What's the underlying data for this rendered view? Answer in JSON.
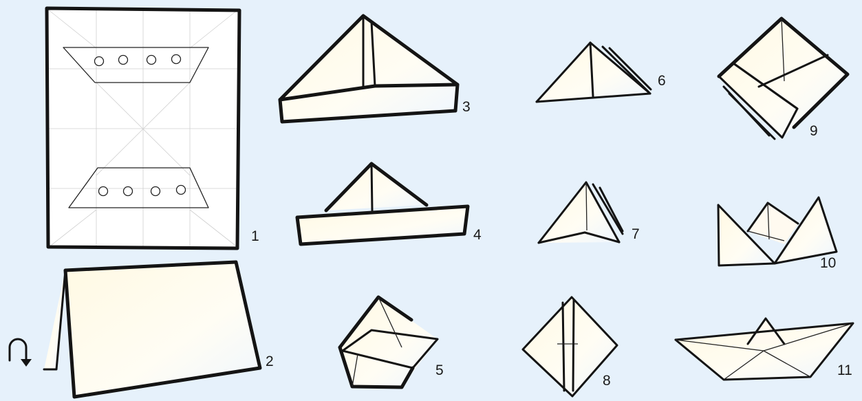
{
  "steps": [
    {
      "number": "1"
    },
    {
      "number": "2"
    },
    {
      "number": "3"
    },
    {
      "number": "4"
    },
    {
      "number": "5"
    },
    {
      "number": "6"
    },
    {
      "number": "7"
    },
    {
      "number": "8"
    },
    {
      "number": "9"
    },
    {
      "number": "10"
    },
    {
      "number": "11"
    }
  ],
  "icons": {
    "turn_over": "turn-over-arrow-icon"
  },
  "colors": {
    "background": "#e6f1fb",
    "paper": "#fffdf2",
    "ink": "#141414"
  }
}
